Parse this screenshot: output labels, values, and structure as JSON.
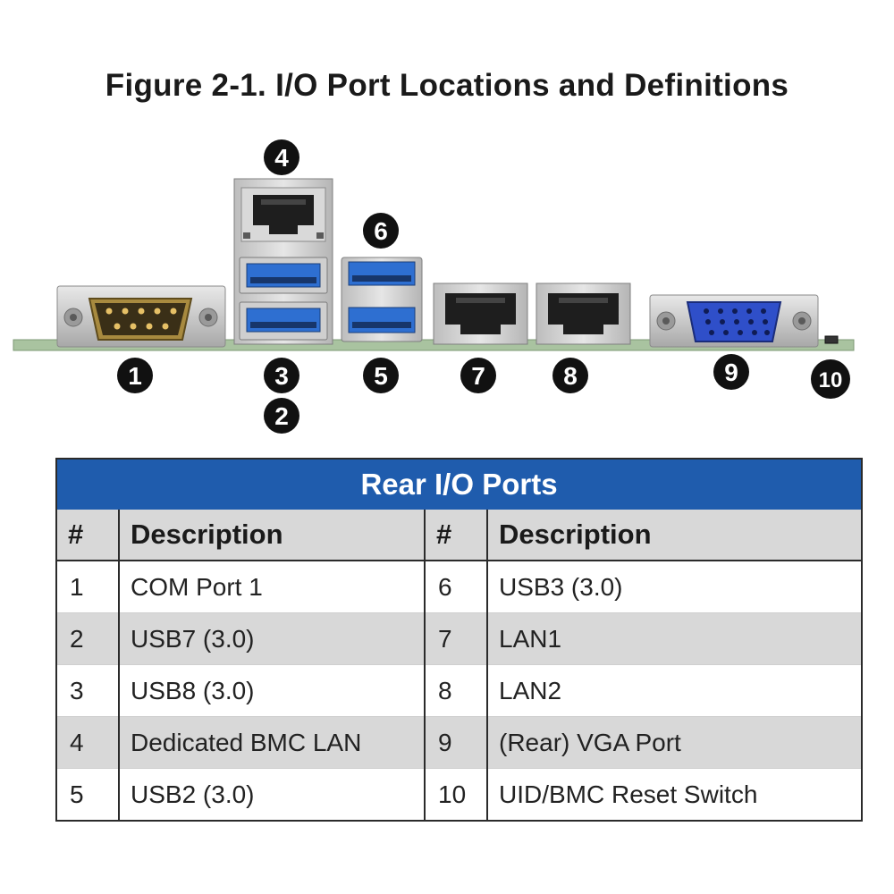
{
  "figure_title": "Figure 2-1. I/O Port Locations and Definitions",
  "callouts": [
    "1",
    "2",
    "3",
    "4",
    "5",
    "6",
    "7",
    "8",
    "9",
    "10"
  ],
  "table": {
    "title": "Rear I/O Ports",
    "headers": {
      "num_left": "#",
      "desc_left": "Description",
      "num_right": "#",
      "desc_right": "Description"
    },
    "rows": [
      {
        "n1": "1",
        "d1": "COM Port 1",
        "n2": "6",
        "d2": "USB3 (3.0)"
      },
      {
        "n1": "2",
        "d1": "USB7 (3.0)",
        "n2": "7",
        "d2": "LAN1"
      },
      {
        "n1": "3",
        "d1": "USB8 (3.0)",
        "n2": "8",
        "d2": "LAN2"
      },
      {
        "n1": "4",
        "d1": "Dedicated BMC LAN",
        "n2": "9",
        "d2": "(Rear) VGA Port"
      },
      {
        "n1": "5",
        "d1": "USB2 (3.0)",
        "n2": "10",
        "d2": "UID/BMC Reset Switch"
      }
    ]
  },
  "colors": {
    "table_header_bg": "#1f5cad",
    "row_shade": "#d8d8d8",
    "usb_blue": "#2e6fd1",
    "vga_blue": "#2f4fc9",
    "com_gold": "#c9a24a",
    "pcb_green": "#a9c3a0"
  }
}
